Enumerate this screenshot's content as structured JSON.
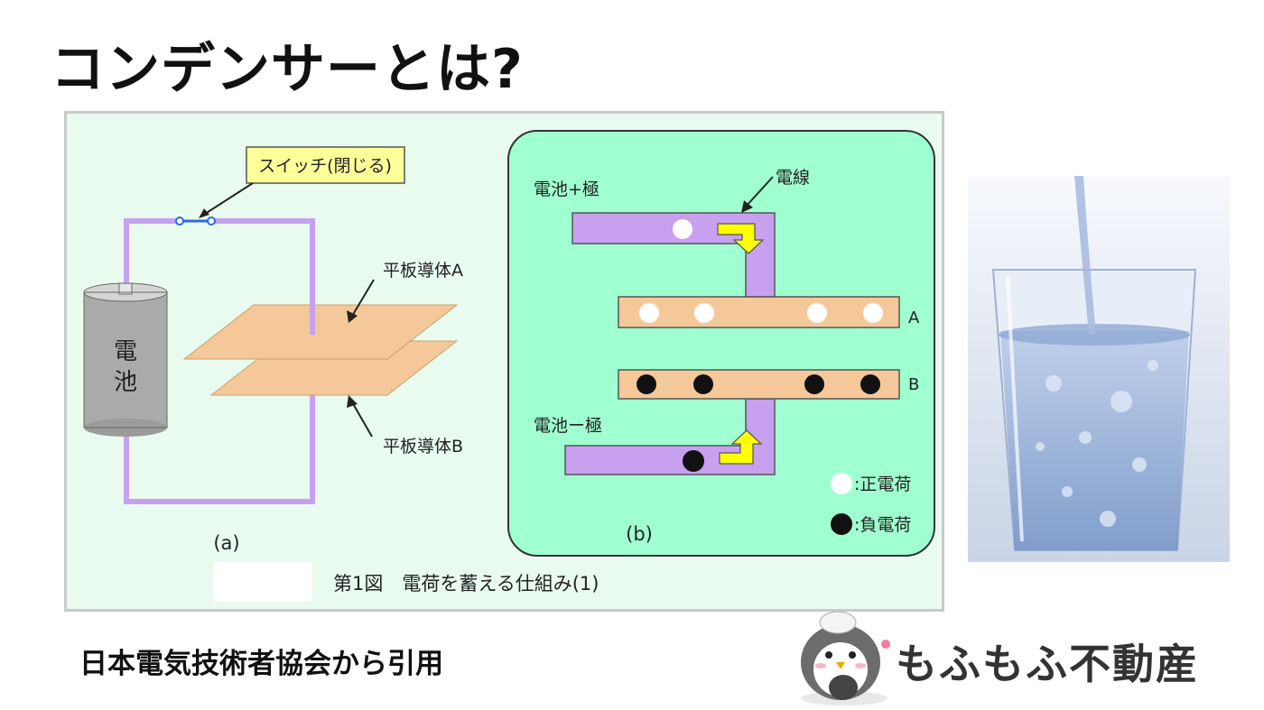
{
  "page": {
    "title": "コンデンサーとは?",
    "citation": "日本電気技術者協会から引用",
    "brand_name": "もふもふ不動産"
  },
  "figure": {
    "caption": "第1図　電荷を蓄える仕組み(1)",
    "panel_a": {
      "label": "(a)",
      "switch_label": "スイッチ(閉じる)",
      "battery_label_top": "電",
      "battery_label_bottom": "池",
      "plate_a_label": "平板導体A",
      "plate_b_label": "平板導体B"
    },
    "panel_b": {
      "label": "(b)",
      "positive_terminal": "電池+極",
      "negative_terminal": "電池ー極",
      "wire_label": "電線",
      "plate_a": "A",
      "plate_b": "B",
      "legend_positive": ":正電荷",
      "legend_negative": ":負電荷"
    }
  },
  "colors": {
    "wire": "#c8a0f0",
    "plate": "#f5c89a",
    "panel_b_bg": "#a0ffd0",
    "battery": "#a9aba8",
    "arrow": "#ffff00"
  },
  "icons": {
    "photo": "glass-of-water-photo",
    "logo": "penguin-mascot-icon"
  }
}
